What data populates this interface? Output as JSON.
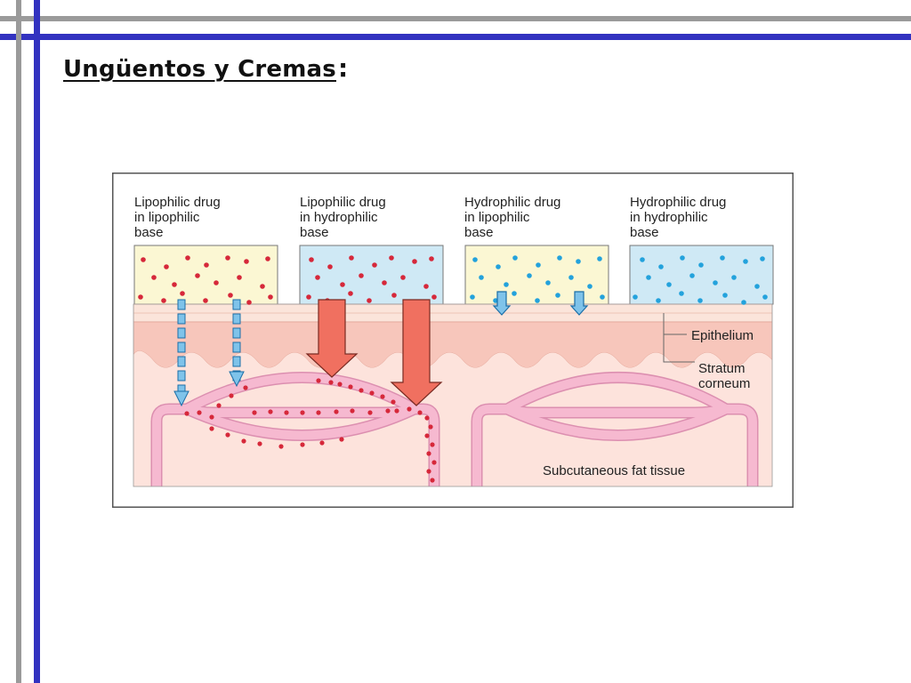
{
  "slide": {
    "title": "Ungüentos y Cremas",
    "title_suffix": ":"
  },
  "colors": {
    "frame_gray": "#9a9a9a",
    "frame_blue": "#3232c0",
    "lipophilic_base": "#fbf7d3",
    "hydrophilic_base": "#cfe9f5",
    "lipophilic_drug": "#d6283a",
    "hydrophilic_drug": "#23a2dc",
    "epithelium": "#f7c6bb",
    "tissue": "#fde3dc",
    "vessel": "#f3b4cc"
  },
  "figure": {
    "columns": [
      {
        "line1": "Lipophilic drug",
        "line2": "in lipophilic",
        "line3": "base"
      },
      {
        "line1": "Lipophilic drug",
        "line2": "in hydrophilic",
        "line3": "base"
      },
      {
        "line1": "Hydrophilic drug",
        "line2": "in lipophilic",
        "line3": "base"
      },
      {
        "line1": "Hydrophilic drug",
        "line2": "in hydrophilic",
        "line3": "base"
      }
    ],
    "labels": {
      "epithelium": "Epithelium",
      "stratum_line1": "Stratum",
      "stratum_line2": "corneum",
      "subcutaneous": "Subcutaneous fat tissue"
    }
  }
}
